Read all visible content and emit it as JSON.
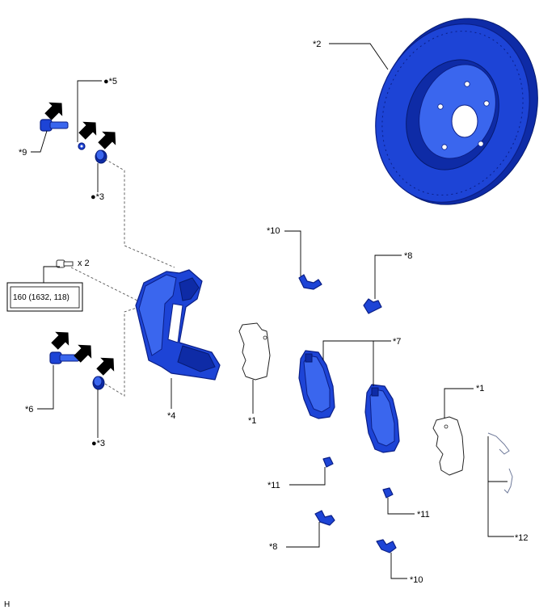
{
  "labels": {
    "disc": "*2",
    "washer": "●*5",
    "bolt_upper": "*9",
    "bush_upper": "●*3",
    "torque_qty": "x 2",
    "torque_spec": "160 (1632, 118)",
    "bolt_lower": "*6",
    "bush_lower": "●*3",
    "carrier": "*4",
    "shim_inner": "*1",
    "pads": "*7",
    "shim_outer": "*1",
    "clip_top": "*10",
    "clip_top_right": "*8",
    "spring_left": "*11",
    "spring_right": "*11",
    "clip_bottom_left": "*8",
    "clip_bottom": "*10",
    "wear_indicator": "*12",
    "figure_code": "H"
  },
  "colors": {
    "part_blue": "#1d44d6",
    "part_outline": "#0b1f86"
  }
}
